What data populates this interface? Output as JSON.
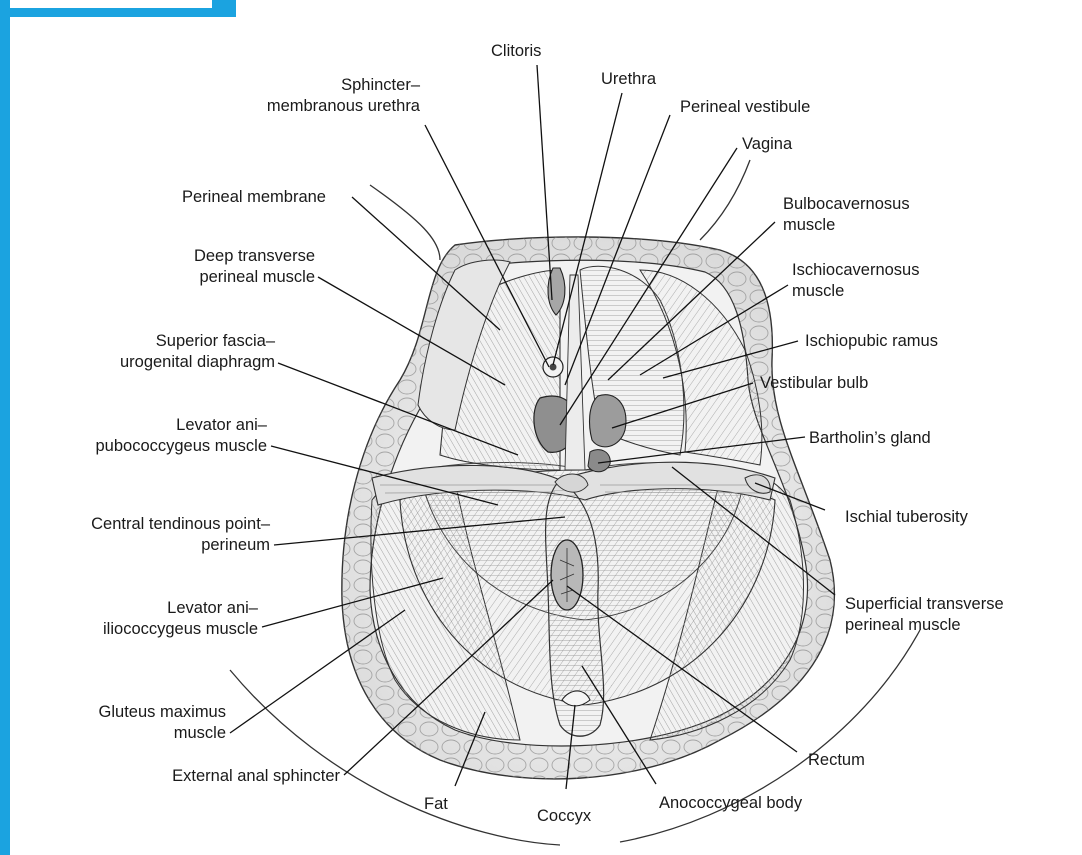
{
  "colors": {
    "frame_accent": "#1ba3e0",
    "muscle_fill": "#e4e4e4",
    "fat_fill": "#ededed",
    "organ_fill": "#9a9a9a",
    "outline": "#2a2a2a",
    "leader": "#111111"
  },
  "labels": {
    "clitoris": "Clitoris",
    "urethra": "Urethra",
    "perineal_vestibule": "Perineal vestibule",
    "vagina": "Vagina",
    "sphincter_membranous_urethra": [
      "Sphincter–",
      "membranous urethra"
    ],
    "perineal_membrane": "Perineal membrane",
    "bulbocavernosus": [
      "Bulbocavernosus",
      "muscle"
    ],
    "deep_transverse_perineal": [
      "Deep transverse",
      "perineal muscle"
    ],
    "ischiocavernosus": [
      "Ischiocavernosus",
      "muscle"
    ],
    "ischiopubic_ramus": "Ischiopubic ramus",
    "superior_fascia": [
      "Superior fascia–",
      "urogenital diaphragm"
    ],
    "vestibular_bulb": "Vestibular bulb",
    "levator_pubococcygeus": [
      "Levator ani–",
      "pubococcygeus muscle"
    ],
    "bartholins_gland": "Bartholin’s gland",
    "central_tendinous_point": [
      "Central tendinous point–",
      "perineum"
    ],
    "ischial_tuberosity": "Ischial tuberosity",
    "levator_iliococcygeus": [
      "Levator ani–",
      "iliococcygeus muscle"
    ],
    "superficial_transverse_perineal": [
      "Superficial transverse",
      "perineal muscle"
    ],
    "gluteus_maximus": [
      "Gluteus maximus",
      "muscle"
    ],
    "rectum": "Rectum",
    "external_anal_sphincter": "External anal sphincter",
    "fat": "Fat",
    "anococcygeal_body": "Anococcygeal body",
    "coccyx": "Coccyx"
  }
}
